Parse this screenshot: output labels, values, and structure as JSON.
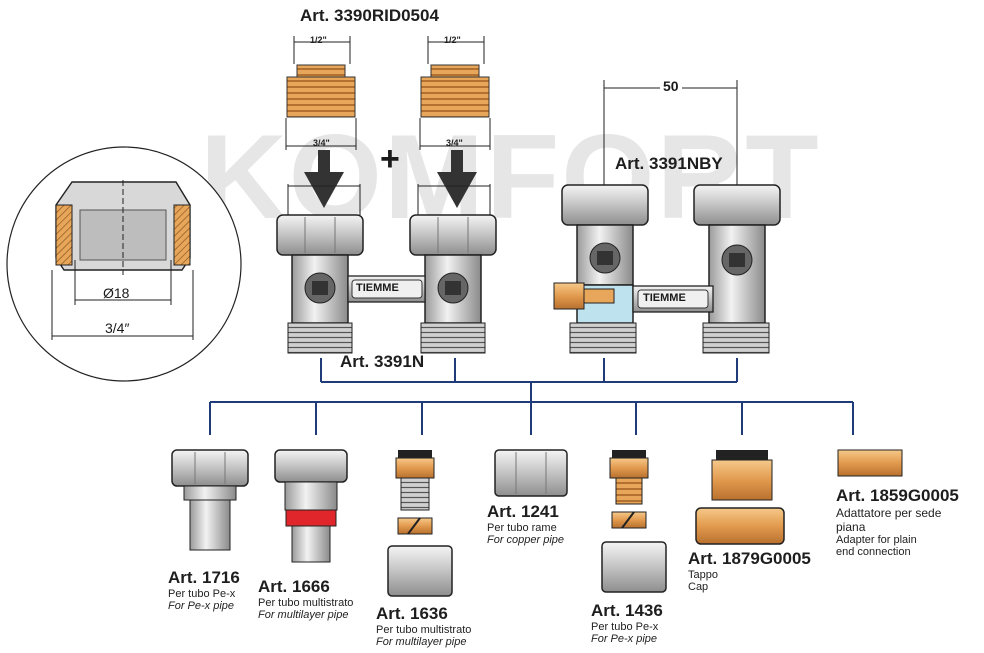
{
  "watermark": {
    "text": "KOMFORT"
  },
  "top": {
    "reducer_article": "Art. 3390RID0504",
    "thread_small_left": "1/2\"",
    "thread_small_right": "1/2\"",
    "thread_large_left": "3/4\"",
    "thread_large_right": "3/4\"",
    "plus_sign": "+",
    "valve_article": "Art. 3391N",
    "bypass_article": "Art. 3391NBY",
    "bypass_distance": "50",
    "brand": "TIEMME"
  },
  "detail_circle": {
    "inner_diameter": "Ø18",
    "thread_size": "3/4″"
  },
  "fittings": [
    {
      "article": "Art. 1716",
      "line1": "Per tubo Pe-x",
      "line2": "For Pe-x pipe"
    },
    {
      "article": "Art. 1666",
      "line1": "Per tubo multistrato",
      "line2": "For multilayer pipe"
    },
    {
      "article": "Art. 1636",
      "line1": "Per tubo multistrato",
      "line2": "For multilayer pipe"
    },
    {
      "article": "Art. 1241",
      "line1": "Per tubo rame",
      "line2": "For copper pipe"
    },
    {
      "article": "Art. 1436",
      "line1": "Per tubo Pe-x",
      "line2": "For Pe-x pipe"
    },
    {
      "article": "Art. 1879G0005",
      "line1": "Tappo",
      "line2": "Cap"
    },
    {
      "article": "Art. 1859G0005",
      "line1": "Adattatore per sede",
      "line1b": "piana",
      "line2": "Adapter for plain",
      "line2b": "end connection"
    }
  ],
  "colors": {
    "connector_line": "#1f3b7a",
    "brass": "#e8a65a",
    "chrome": "#d6d6d6",
    "red_ring": "#e0262b",
    "light_blue": "#bfe3ee",
    "watermark": "#e6e6e6"
  }
}
